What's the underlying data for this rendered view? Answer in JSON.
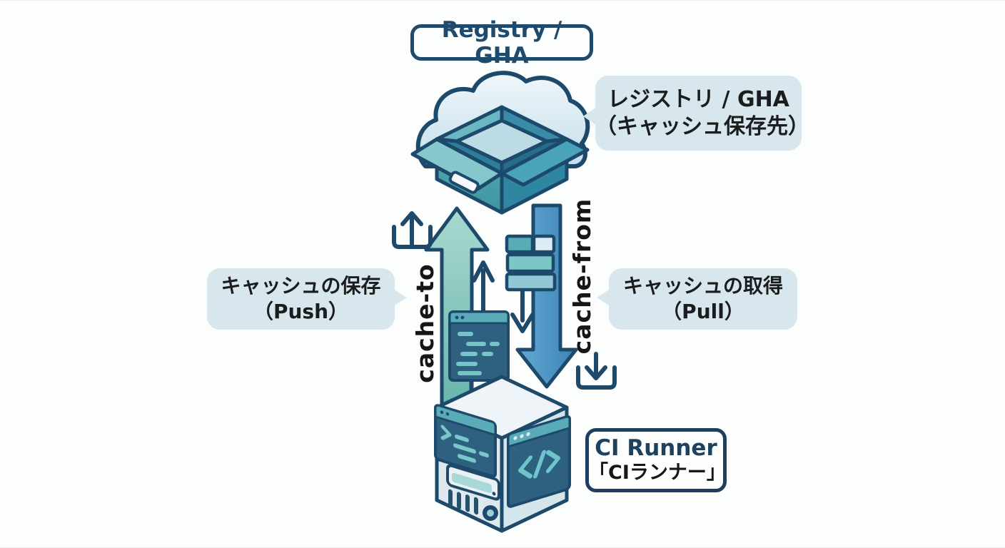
{
  "title_badge": {
    "label": "Registry / GHA"
  },
  "bubbles": {
    "registry": {
      "line1": "レジストリ / GHA",
      "line2": "（キャッシュ保存先）"
    },
    "push": {
      "line1": "キャッシュの保存",
      "line2": "（Push）"
    },
    "pull": {
      "line1": "キャッシュの取得",
      "line2": "（Pull）"
    }
  },
  "runner_badge": {
    "line1": "CI Runner",
    "line2": "「CIランナー」"
  },
  "flows": {
    "up_arrow_label": "cache-to",
    "down_arrow_label": "cache-from"
  },
  "icons": {
    "cloud": "registry-cloud-icon",
    "open_box": "open-box-icon",
    "upload": "upload-tray-icon",
    "download": "download-tray-icon",
    "cache_layers": "cache-layers-icon",
    "terminal_window": "terminal-window-icon",
    "server": "ci-runner-server-icon"
  },
  "colors": {
    "navy_outline": "#1d4a6b",
    "teal_arrow": "#7cc3b9",
    "blue_arrow": "#4792c4",
    "bubble_bg": "#d8e7ed",
    "badge_border": "#1e4a6d",
    "badge_text": "#1d4260",
    "dark_text": "#161616",
    "panel_blue": "#2e607f",
    "code_teal": "#74c4c8"
  }
}
